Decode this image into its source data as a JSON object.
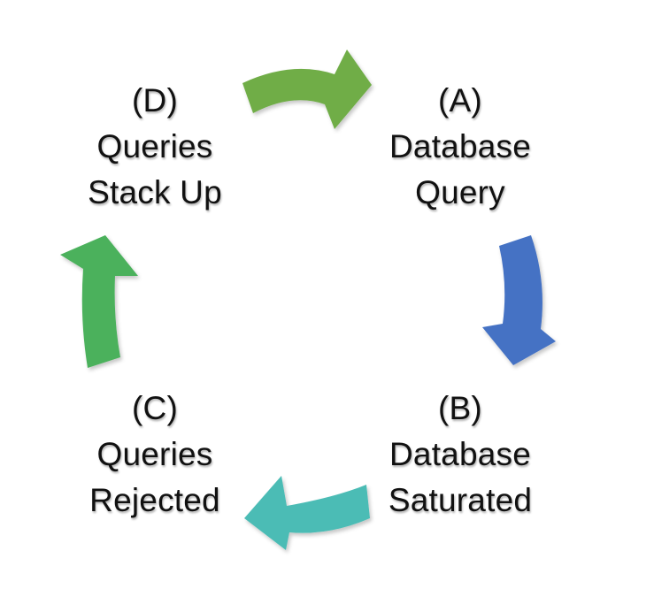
{
  "nodes": {
    "a": {
      "lines": [
        "(A)",
        "Database",
        "Query"
      ]
    },
    "b": {
      "lines": [
        "(B)",
        "Database",
        "Saturated"
      ]
    },
    "c": {
      "lines": [
        "(C)",
        "Queries",
        "Rejected"
      ]
    },
    "d": {
      "lines": [
        "(D)",
        "Queries",
        "Stack Up"
      ]
    }
  },
  "colors": {
    "arrow_top": "#70ad47",
    "arrow_right": "#4472c4",
    "arrow_bottom": "#4cbcb5",
    "arrow_left": "#4cb15c",
    "text": "#111111"
  }
}
